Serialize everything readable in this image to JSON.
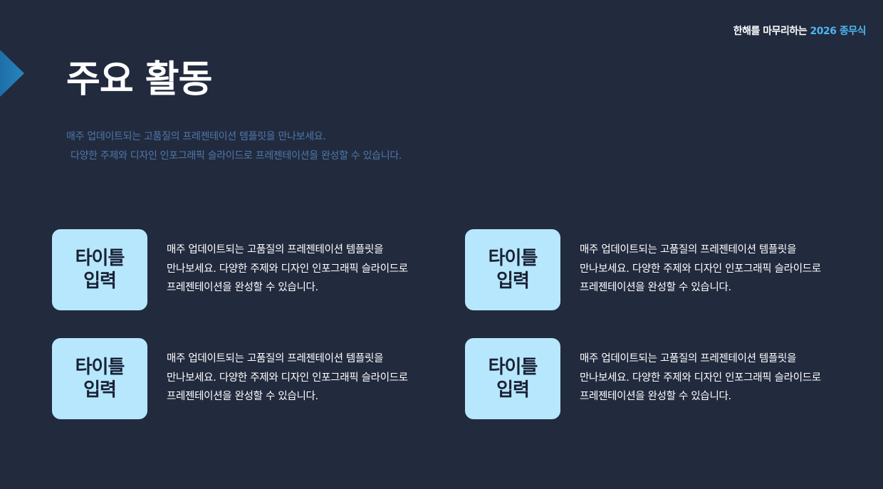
{
  "colors": {
    "background": "#222a3e",
    "accent": "#4cb5f0",
    "badge": "#b7e7fd",
    "subtitle": "#4f78a8",
    "arrow": "#2a7fb4"
  },
  "header": {
    "brand_main": "한해를 마무리하는 ",
    "brand_accent": "2026 종무식"
  },
  "title": "주요 활동",
  "subtitle": {
    "line1": "매주 업데이트되는 고품질의 프레젠테이션 템플릿을 만나보세요.",
    "line2": "다양한 주제와 디자인 인포그래픽 슬라이드로 프레젠테이션을 완성할 수 있습니다."
  },
  "cards": [
    {
      "badge": "타이틀 입력",
      "text": "매주 업데이트되는 고품질의 프레젠테이션 템플릿을 만나보세요. 다양한 주제와 디자인 인포그래픽 슬라이드로 프레젠테이션을 완성할 수 있습니다."
    },
    {
      "badge": "타이틀 입력",
      "text": "매주 업데이트되는 고품질의 프레젠테이션 템플릿을 만나보세요. 다양한 주제와 디자인 인포그래픽 슬라이드로 프레젠테이션을 완성할 수 있습니다."
    },
    {
      "badge": "타이틀 입력",
      "text": "매주 업데이트되는 고품질의 프레젠테이션 템플릿을 만나보세요. 다양한 주제와 디자인 인포그래픽 슬라이드로 프레젠테이션을 완성할 수 있습니다."
    },
    {
      "badge": "타이틀 입력",
      "text": "매주 업데이트되는 고품질의 프레젠테이션 템플릿을 만나보세요. 다양한 주제와 디자인 인포그래픽 슬라이드로 프레젠테이션을 완성할 수 있습니다."
    }
  ]
}
